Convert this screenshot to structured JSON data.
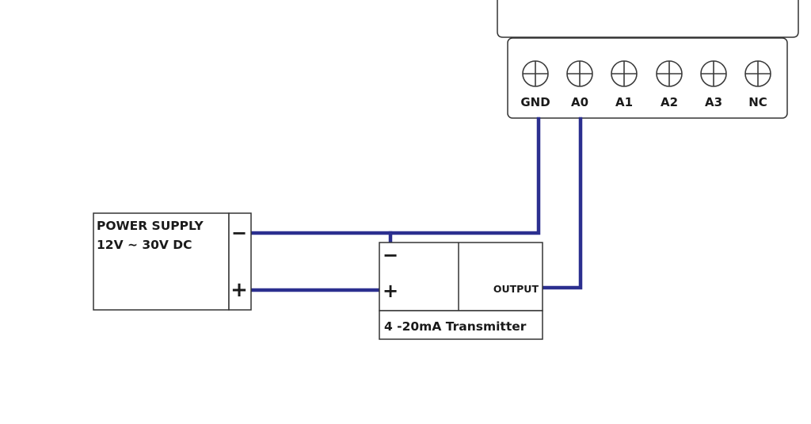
{
  "colors": {
    "wire": "#2b2f8f",
    "outline": "#333333",
    "background": "#ffffff"
  },
  "controller": {
    "terminals": [
      {
        "label": "GND",
        "icon": "screw-terminal-icon"
      },
      {
        "label": "A0",
        "icon": "screw-terminal-icon"
      },
      {
        "label": "A1",
        "icon": "screw-terminal-icon"
      },
      {
        "label": "A2",
        "icon": "screw-terminal-icon"
      },
      {
        "label": "A3",
        "icon": "screw-terminal-icon"
      },
      {
        "label": "NC",
        "icon": "screw-terminal-icon"
      }
    ]
  },
  "power_supply": {
    "title_line1": "POWER SUPPLY",
    "title_line2": "12V ~ 30V DC",
    "minus": "−",
    "plus": "+"
  },
  "transmitter": {
    "minus": "−",
    "plus": "+",
    "output": "OUTPUT",
    "label": "4 -20mA Transmitter"
  }
}
